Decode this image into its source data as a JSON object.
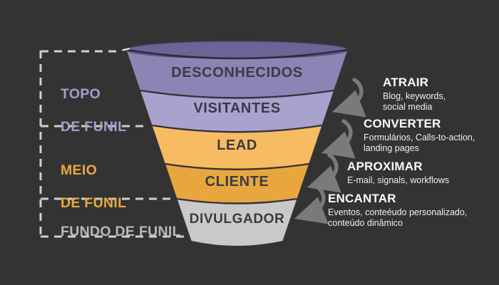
{
  "background_color": "#333333",
  "bracket": {
    "color": "#cfcfcf",
    "style": "dashed"
  },
  "left_stages": [
    {
      "line1": "TOPO",
      "line2": "DE FUNIL",
      "color": "#a69ecd"
    },
    {
      "line1": "MEIO",
      "line2": "DE FUNIL",
      "color": "#eaa73f"
    },
    {
      "line1": "FUNDO DE FUNIL",
      "line2": "",
      "color": "#b9b9b9"
    }
  ],
  "funnel": {
    "top_opening_color": "#6c6396",
    "rim_line_color": "#2d2a3a",
    "label_text_color": "#3b3a44",
    "stages": [
      {
        "label": "DESCONHECIDOS",
        "color": "#8d84b6"
      },
      {
        "label": "VISITANTES",
        "color": "#aaa2ce"
      },
      {
        "label": "LEAD",
        "color": "#f7bc62"
      },
      {
        "label": "CLIENTE",
        "color": "#e8a73e"
      },
      {
        "label": "DIVULGADOR",
        "color": "#c9c9c9"
      }
    ]
  },
  "actions": [
    {
      "title": "ATRAIR",
      "desc1": "Blog, keywords,",
      "desc2": "social media"
    },
    {
      "title": "CONVERTER",
      "desc1": "Formulários, Calls-to-action,",
      "desc2": "landing pages"
    },
    {
      "title": "APROXIMAR",
      "desc1": "E-mail, signals, workflows",
      "desc2": ""
    },
    {
      "title": "ENCANTAR",
      "desc1": "Eventos, conteéudo personalizado,",
      "desc2": "conteúdo dinâmico"
    }
  ],
  "arrow_color": "#7a7a7a"
}
